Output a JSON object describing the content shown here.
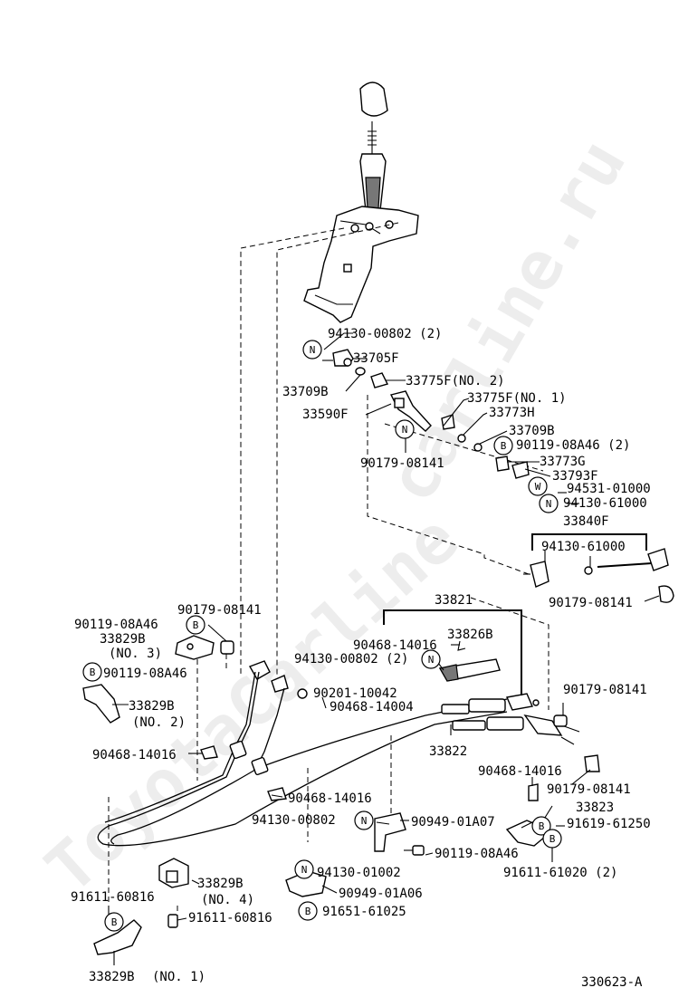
{
  "watermarks": [
    "carline.ru",
    "ToyotaCarline"
  ],
  "diagram_code": "330623-A",
  "badges": {
    "n": "N",
    "b": "B",
    "w": "W"
  },
  "labels": {
    "l01": "94130-00802 (2)",
    "l02": "33705F",
    "l03": "33709B",
    "l04": "33775F(NO. 2)",
    "l05": "33775F(NO. 1)",
    "l06": "33590F",
    "l07": "33773H",
    "l08": "33709B",
    "l09": "90179-08141",
    "l10": "90119-08A46 (2)",
    "l11": "33773G",
    "l12": "33793F",
    "l13": "94531-01000",
    "l14": "94130-61000",
    "l15": "33840F",
    "l16": "94130-61000",
    "l17": "90179-08141",
    "l18": "33821",
    "l19": "90468-14016",
    "l20": "33826B",
    "l21": "94130-00802 (2)",
    "l22": "90179-08141",
    "l23": "90119-08A46",
    "l24": "33829B",
    "l25": "(NO. 3)",
    "l26": "90119-08A46",
    "l27": "33829B",
    "l28": "(NO. 2)",
    "l29": "90201-10042",
    "l30": "90468-14004",
    "l31": "90179-08141",
    "l32": "33822",
    "l33": "90468-14016",
    "l34": "90468-14016",
    "l35": "90179-08141",
    "l36": "90468-14016",
    "l37": "33823",
    "l38": "94130-00802",
    "l39": "90949-01A07",
    "l40": "91619-61250",
    "l41": "90119-08A46",
    "l42": "91611-61020 (2)",
    "l43": "94130-01002",
    "l44": "33829B",
    "l45": "(NO. 4)",
    "l46": "90949-01A06",
    "l47": "91611-60816",
    "l48": "91611-60816",
    "l49": "91651-61025",
    "l50": "33829B",
    "l51": "(NO. 1)"
  }
}
